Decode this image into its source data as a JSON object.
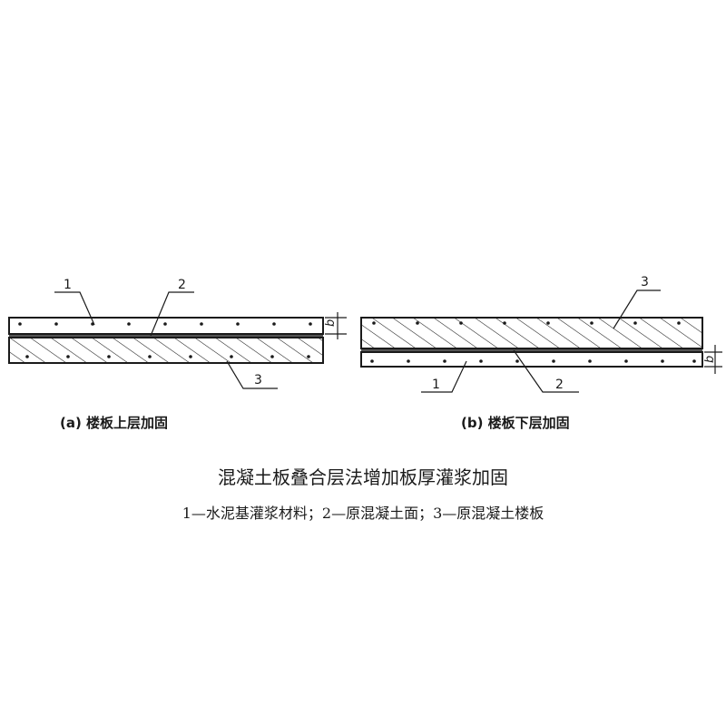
{
  "figure": {
    "panel_a": {
      "caption": "(a) 楼板上层加固",
      "callouts": {
        "label_1": "1",
        "label_2": "2",
        "label_3": "3"
      },
      "dimension_label": "b"
    },
    "panel_b": {
      "caption": "(b) 楼板下层加固",
      "callouts": {
        "label_1": "1",
        "label_2": "2",
        "label_3": "3"
      },
      "dimension_label": "b"
    },
    "title": "混凝土板叠合层法增加板厚灌浆加固",
    "legend": "1—水泥基灌浆材料；2—原混凝土面；3—原混凝土楼板"
  },
  "colors": {
    "ink": "#1a1a1a",
    "paper": "#ffffff"
  }
}
